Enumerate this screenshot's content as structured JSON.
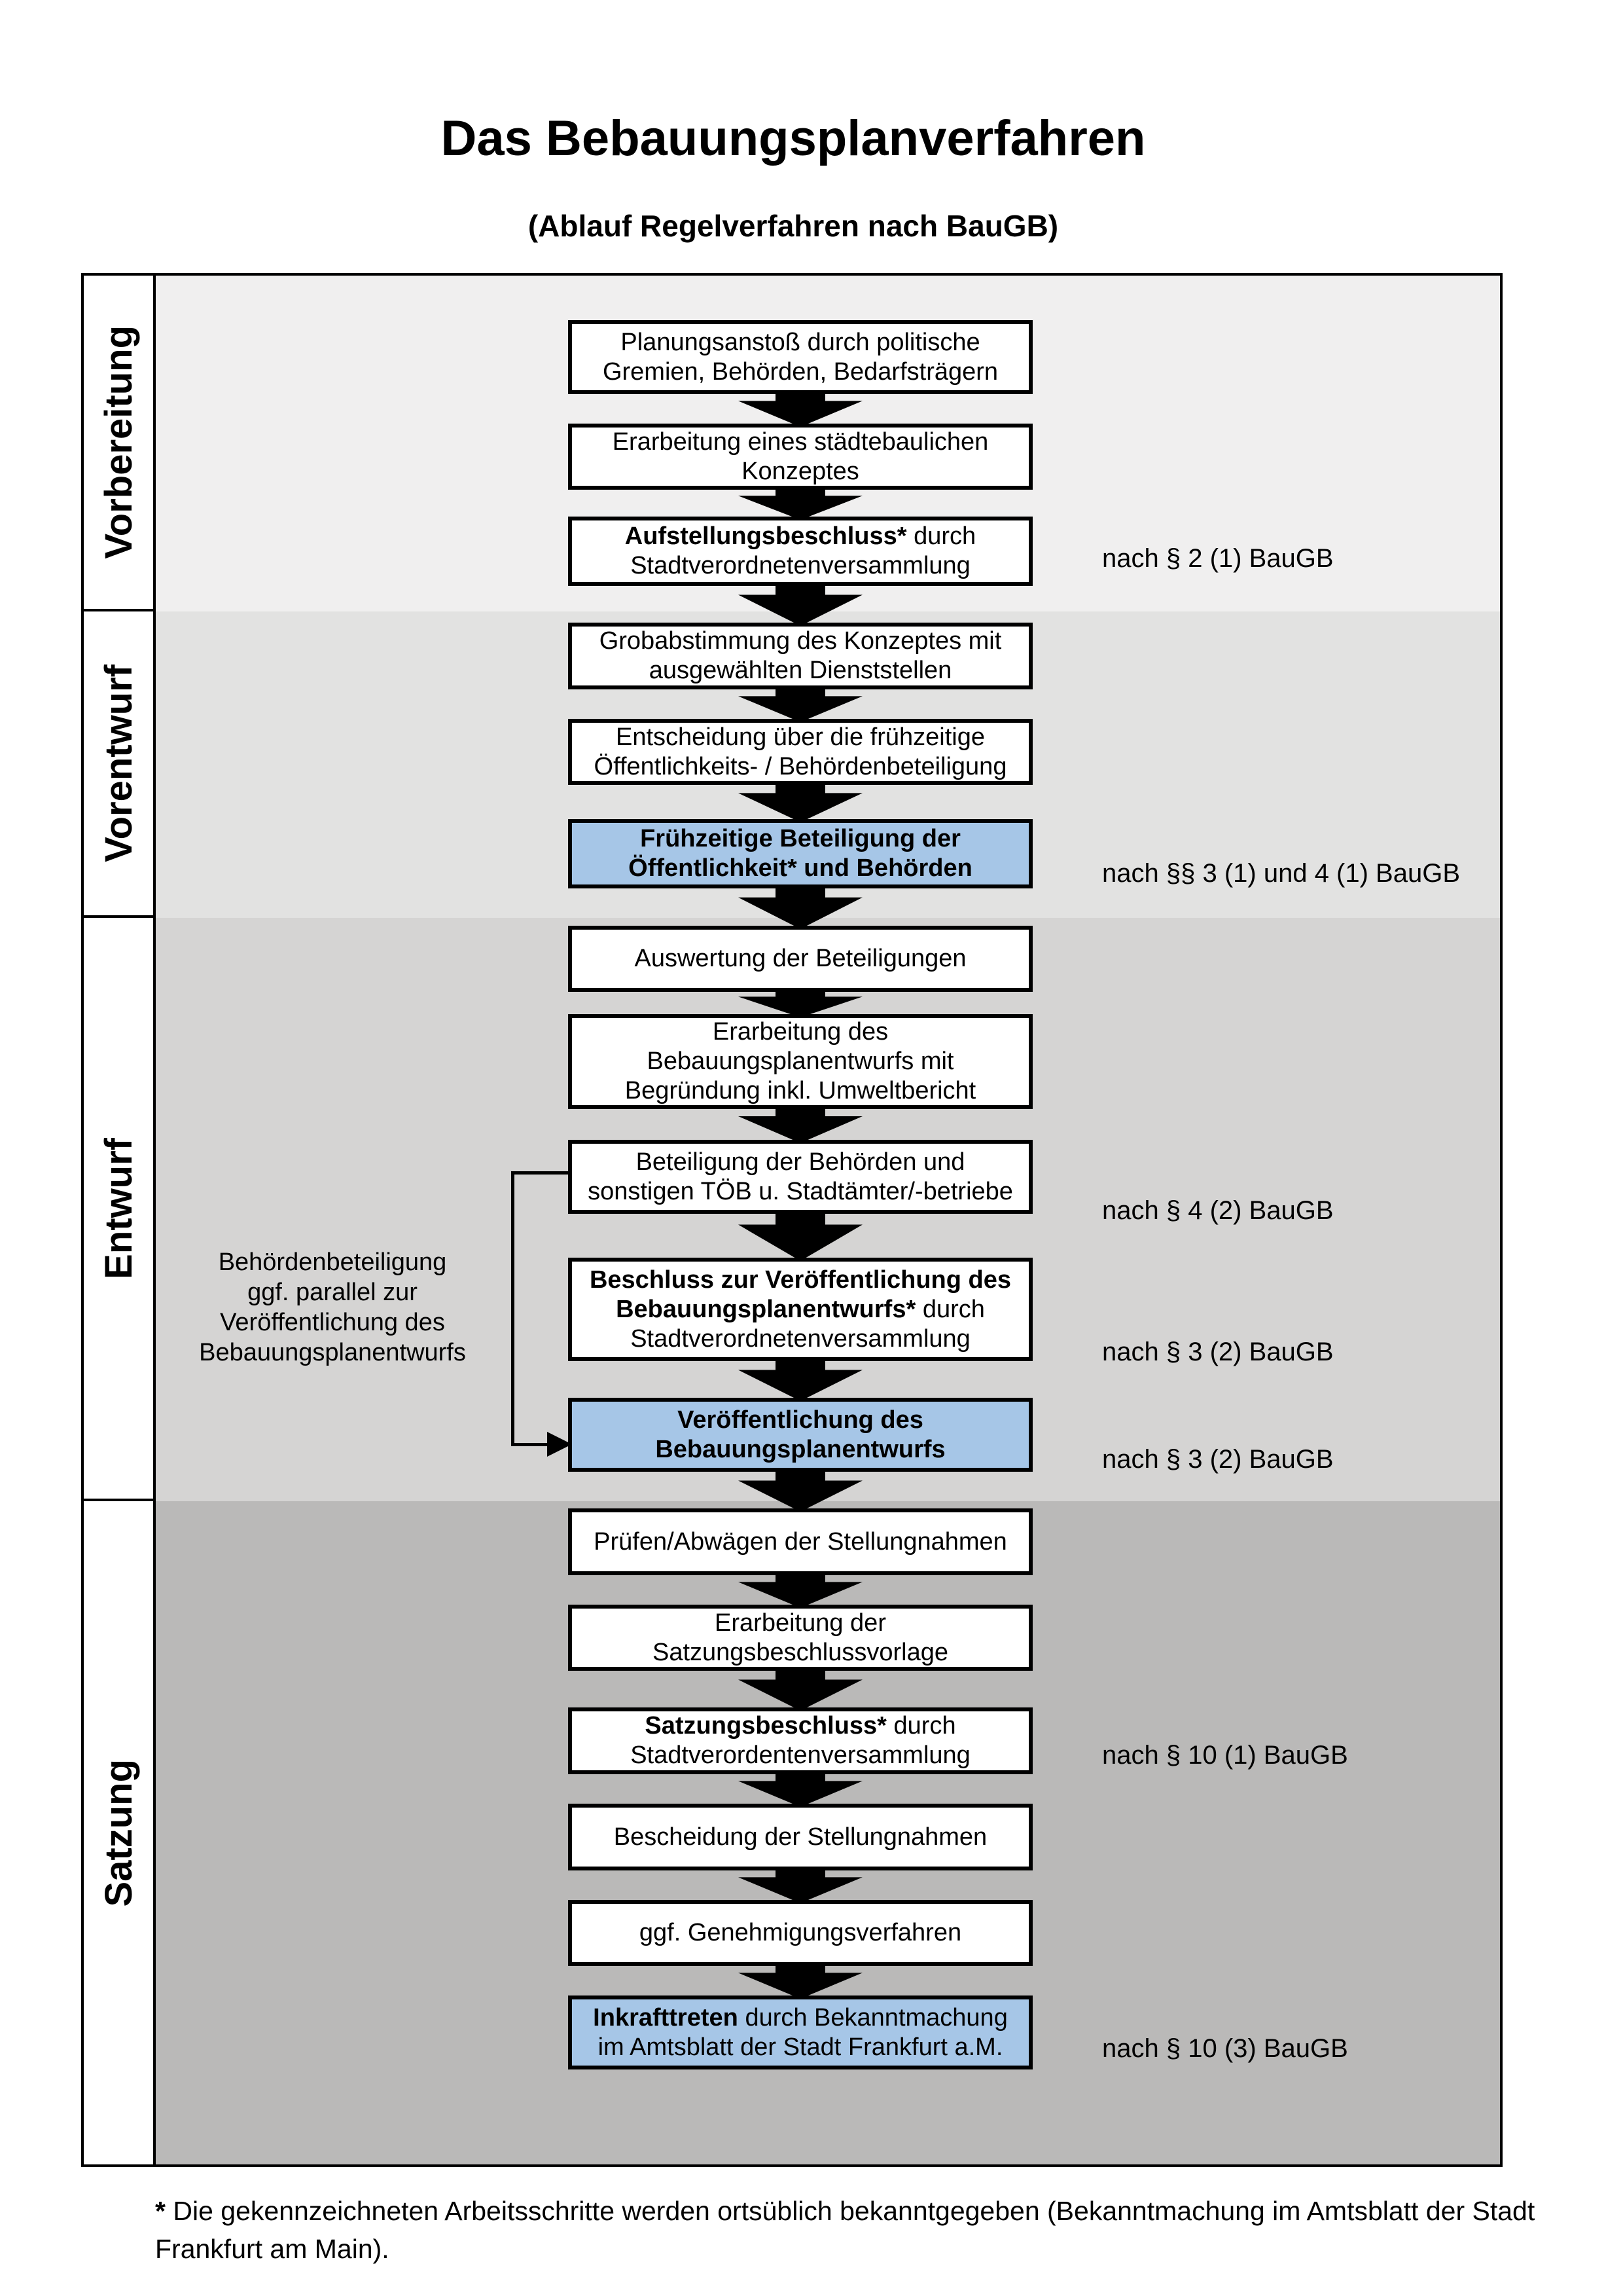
{
  "title": "Das Bebauungsplanverfahren",
  "subtitle": "(Ablauf Regelverfahren nach BauGB)",
  "colors": {
    "highlight_box": "#a6c6e7",
    "box_border": "#000000",
    "phase_backgrounds": [
      "#f0efef",
      "#e2e2e1",
      "#d5d4d3",
      "#bab9b8"
    ]
  },
  "phases": [
    {
      "label": "Vorbereitung"
    },
    {
      "label": "Vorentwurf"
    },
    {
      "label": "Entwurf"
    },
    {
      "label": "Satzung"
    }
  ],
  "flow_boxes": [
    {
      "highlighted": false,
      "lines": [
        [
          {
            "text": "Planungsanstoß durch politische"
          }
        ],
        [
          {
            "text": "Gremien, Behörden, Bedarfsträgern"
          }
        ]
      ]
    },
    {
      "highlighted": false,
      "lines": [
        [
          {
            "text": "Erarbeitung eines städtebaulichen"
          }
        ],
        [
          {
            "text": "Konzeptes"
          }
        ]
      ]
    },
    {
      "highlighted": false,
      "lines": [
        [
          {
            "text": "Aufstellungsbeschluss*",
            "bold": true
          },
          {
            "text": " durch"
          }
        ],
        [
          {
            "text": "Stadtverordnetenversammlung"
          }
        ]
      ]
    },
    {
      "highlighted": false,
      "lines": [
        [
          {
            "text": "Grobabstimmung des Konzeptes mit"
          }
        ],
        [
          {
            "text": "ausgewählten Dienststellen"
          }
        ]
      ]
    },
    {
      "highlighted": false,
      "lines": [
        [
          {
            "text": "Entscheidung über die frühzeitige"
          }
        ],
        [
          {
            "text": "Öffentlichkeits- / Behördenbeteiligung"
          }
        ]
      ]
    },
    {
      "highlighted": true,
      "lines": [
        [
          {
            "text": "Frühzeitige Beteiligung der",
            "bold": true
          }
        ],
        [
          {
            "text": "Öffentlichkeit* und Behörden",
            "bold": true
          }
        ]
      ]
    },
    {
      "highlighted": false,
      "lines": [
        [
          {
            "text": "Auswertung der Beteiligungen"
          }
        ]
      ]
    },
    {
      "highlighted": false,
      "lines": [
        [
          {
            "text": "Erarbeitung des"
          }
        ],
        [
          {
            "text": "Bebauungsplanentwurfs mit"
          }
        ],
        [
          {
            "text": "Begründung inkl. Umweltbericht"
          }
        ]
      ]
    },
    {
      "highlighted": false,
      "lines": [
        [
          {
            "text": "Beteiligung der Behörden und"
          }
        ],
        [
          {
            "text": "sonstigen TÖB u. Stadtämter/-betriebe"
          }
        ]
      ]
    },
    {
      "highlighted": false,
      "lines": [
        [
          {
            "text": "Beschluss zur Veröffentlichung des",
            "bold": true
          }
        ],
        [
          {
            "text": "Bebauungsplanentwurfs*",
            "bold": true
          },
          {
            "text": " durch"
          }
        ],
        [
          {
            "text": "Stadtverordnetenversammlung"
          }
        ]
      ]
    },
    {
      "highlighted": true,
      "lines": [
        [
          {
            "text": "Veröffentlichung des",
            "bold": true
          }
        ],
        [
          {
            "text": "Bebauungsplanentwurfs",
            "bold": true
          }
        ]
      ]
    },
    {
      "highlighted": false,
      "lines": [
        [
          {
            "text": "Prüfen/Abwägen der Stellungnahmen"
          }
        ]
      ]
    },
    {
      "highlighted": false,
      "lines": [
        [
          {
            "text": "Erarbeitung der"
          }
        ],
        [
          {
            "text": "Satzungsbeschlussvorlage"
          }
        ]
      ]
    },
    {
      "highlighted": false,
      "lines": [
        [
          {
            "text": "Satzungsbeschluss*",
            "bold": true
          },
          {
            "text": " durch"
          }
        ],
        [
          {
            "text": "Stadtverordentenversammlung"
          }
        ]
      ]
    },
    {
      "highlighted": false,
      "lines": [
        [
          {
            "text": "Bescheidung der Stellungnahmen"
          }
        ]
      ]
    },
    {
      "highlighted": false,
      "lines": [
        [
          {
            "text": "ggf. Genehmigungsverfahren"
          }
        ]
      ]
    },
    {
      "highlighted": true,
      "lines": [
        [
          {
            "text": "Inkrafttreten",
            "bold": true
          },
          {
            "text": " durch Bekanntmachung"
          }
        ],
        [
          {
            "text": "im Amtsblatt der Stadt Frankfurt a.M."
          }
        ]
      ]
    }
  ],
  "legal_references": [
    {
      "text": "nach § 2 (1) BauGB"
    },
    {
      "text": "nach §§ 3 (1) und 4 (1) BauGB"
    },
    {
      "text": "nach § 4 (2) BauGB"
    },
    {
      "text": "nach § 3 (2) BauGB"
    },
    {
      "text": "nach § 3 (2) BauGB"
    },
    {
      "text": "nach § 10 (1) BauGB"
    },
    {
      "text": "nach § 10 (3) BauGB"
    }
  ],
  "side_note": {
    "lines": [
      "Behördenbeteiligung",
      "ggf. parallel zur",
      "Veröffentlichung des",
      "Bebauungsplanentwurfs"
    ]
  },
  "footnote": {
    "marker": "*",
    "line1": "Die gekennzeichneten Arbeitsschritte werden ortsüblich bekanntgegeben (Bekanntmachung im Amtsblatt  der Stadt",
    "line2": "Frankfurt am Main)."
  }
}
